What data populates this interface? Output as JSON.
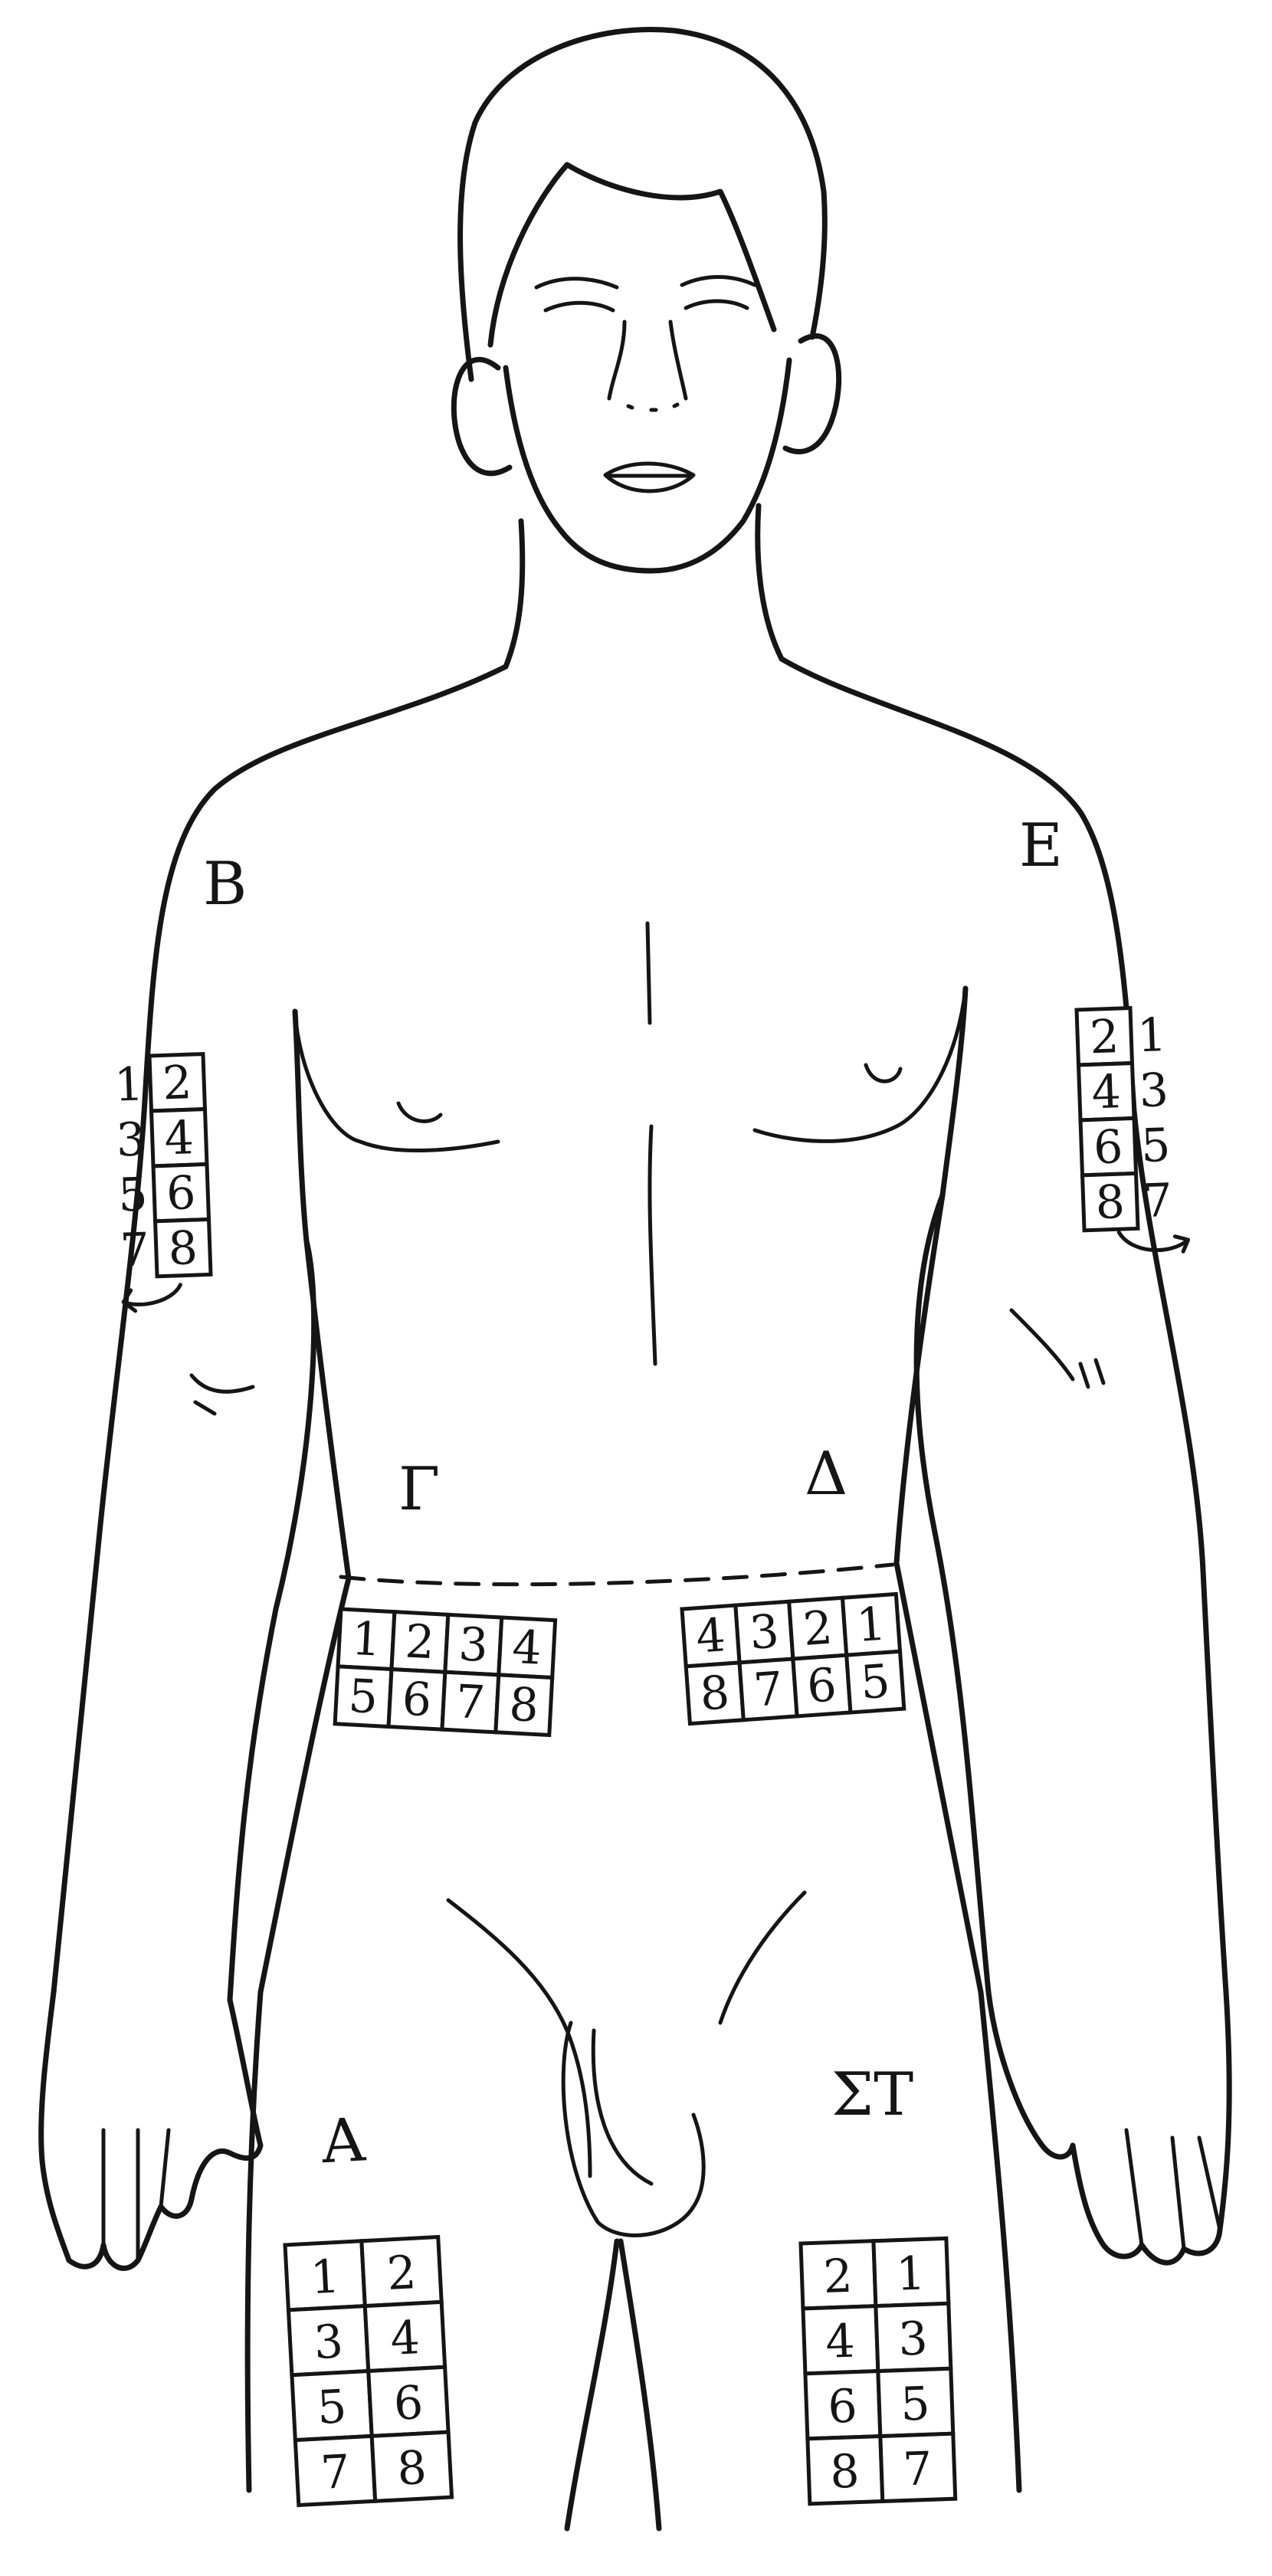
{
  "zones": {
    "thigh_right": {
      "label": "Α",
      "numbers": [
        "1",
        "2",
        "3",
        "4",
        "5",
        "6",
        "7",
        "8"
      ]
    },
    "arm_right": {
      "label": "Β",
      "outside_numbers": [
        "1",
        "3",
        "5",
        "7"
      ],
      "box_numbers": [
        "2",
        "4",
        "6",
        "8"
      ]
    },
    "abdomen_right": {
      "label": "Γ",
      "numbers": [
        "1",
        "2",
        "3",
        "4",
        "5",
        "6",
        "7",
        "8"
      ]
    },
    "abdomen_left": {
      "label": "Δ",
      "numbers": [
        "4",
        "3",
        "2",
        "1",
        "8",
        "7",
        "6",
        "5"
      ]
    },
    "arm_left": {
      "label": "Ε",
      "outside_numbers": [
        "1",
        "3",
        "5",
        "7"
      ],
      "box_numbers": [
        "2",
        "4",
        "6",
        "8"
      ]
    },
    "thigh_left": {
      "label": "ΣΤ",
      "numbers": [
        "2",
        "1",
        "4",
        "3",
        "6",
        "5",
        "8",
        "7"
      ]
    }
  },
  "colors": {
    "ink": "#151515",
    "paper": "#ffffff"
  }
}
